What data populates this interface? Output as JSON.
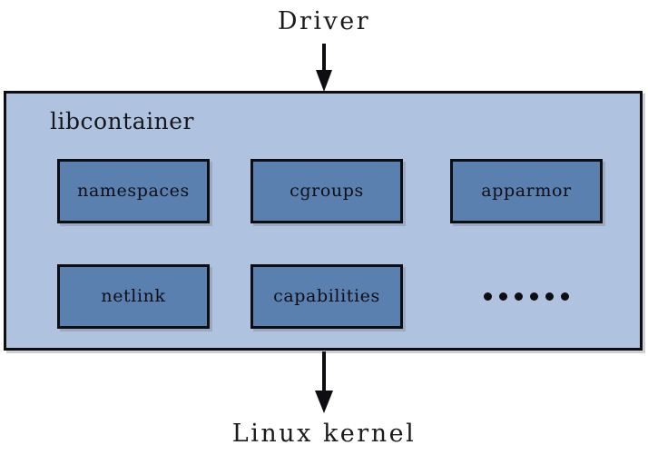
{
  "diagram": {
    "top_caption": "Driver",
    "bottom_caption": "Linux kernel",
    "container_label": "libcontainer",
    "ellipsis_dot_count": 6,
    "colors": {
      "background": "#ffffff",
      "container_fill": "#afc2df",
      "module_fill": "#5a80b0",
      "stroke": "#0d0d12",
      "text": "#17171c"
    },
    "modules": [
      {
        "label": "namespaces",
        "row": 0,
        "col": 0
      },
      {
        "label": "cgroups",
        "row": 0,
        "col": 1
      },
      {
        "label": "apparmor",
        "row": 0,
        "col": 2
      },
      {
        "label": "netlink",
        "row": 1,
        "col": 0
      },
      {
        "label": "capabilities",
        "row": 1,
        "col": 1
      }
    ],
    "arrows": [
      {
        "name": "driver-to-libcontainer",
        "direction": "down",
        "from": "Driver",
        "to": "libcontainer"
      },
      {
        "name": "libcontainer-to-kernel",
        "direction": "down",
        "from": "libcontainer",
        "to": "Linux kernel"
      }
    ]
  }
}
